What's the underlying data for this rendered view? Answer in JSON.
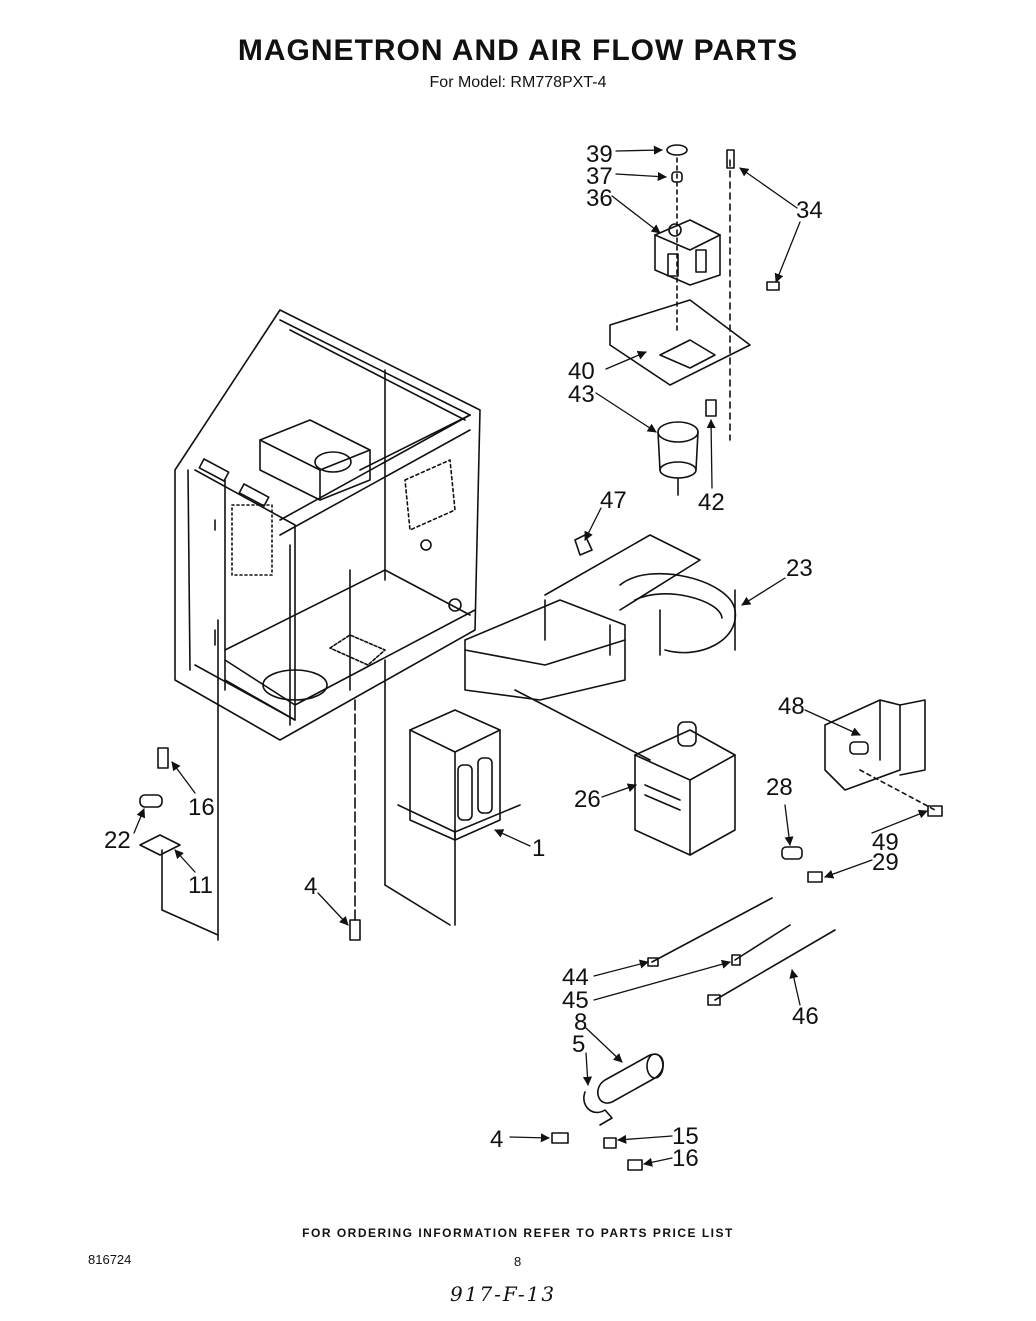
{
  "header": {
    "title": "MAGNETRON AND AIR FLOW PARTS",
    "model_line": "For Model: RM778PXT-4"
  },
  "callouts": [
    {
      "key": "c39",
      "label": "39"
    },
    {
      "key": "c37",
      "label": "37"
    },
    {
      "key": "c36",
      "label": "36"
    },
    {
      "key": "c34",
      "label": "34"
    },
    {
      "key": "c40",
      "label": "40"
    },
    {
      "key": "c43",
      "label": "43"
    },
    {
      "key": "c42",
      "label": "42"
    },
    {
      "key": "c47",
      "label": "47"
    },
    {
      "key": "c23",
      "label": "23"
    },
    {
      "key": "c48",
      "label": "48"
    },
    {
      "key": "c16a",
      "label": "16"
    },
    {
      "key": "c22",
      "label": "22"
    },
    {
      "key": "c11",
      "label": "11"
    },
    {
      "key": "c1",
      "label": "1"
    },
    {
      "key": "c26",
      "label": "26"
    },
    {
      "key": "c28",
      "label": "28"
    },
    {
      "key": "c49",
      "label": "49"
    },
    {
      "key": "c29",
      "label": "29"
    },
    {
      "key": "c4a",
      "label": "4"
    },
    {
      "key": "c44",
      "label": "44"
    },
    {
      "key": "c45",
      "label": "45"
    },
    {
      "key": "c46",
      "label": "46"
    },
    {
      "key": "c8",
      "label": "8"
    },
    {
      "key": "c5",
      "label": "5"
    },
    {
      "key": "c4b",
      "label": "4"
    },
    {
      "key": "c15",
      "label": "15"
    },
    {
      "key": "c16b",
      "label": "16"
    }
  ],
  "footer": {
    "ordering_note": "FOR ORDERING INFORMATION REFER TO PARTS PRICE LIST",
    "document_number": "816724",
    "page_number": "8",
    "handwritten_note": "917-F-13"
  }
}
